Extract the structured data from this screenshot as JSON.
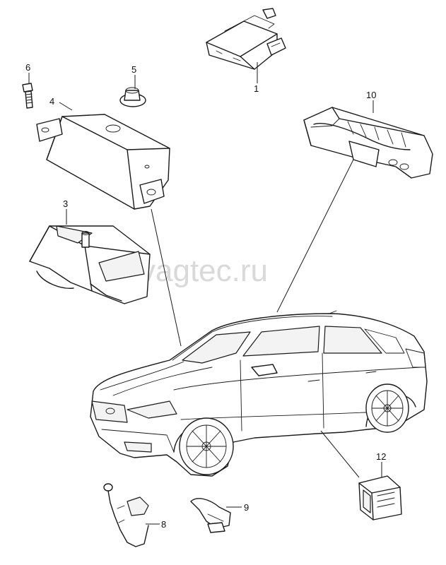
{
  "watermark": "vagtec.ru",
  "callouts": {
    "c1": "1",
    "c3": "3",
    "c4": "4",
    "c5": "5",
    "c6": "6",
    "c8": "8",
    "c9": "9",
    "c10": "10",
    "c12": "12"
  }
}
